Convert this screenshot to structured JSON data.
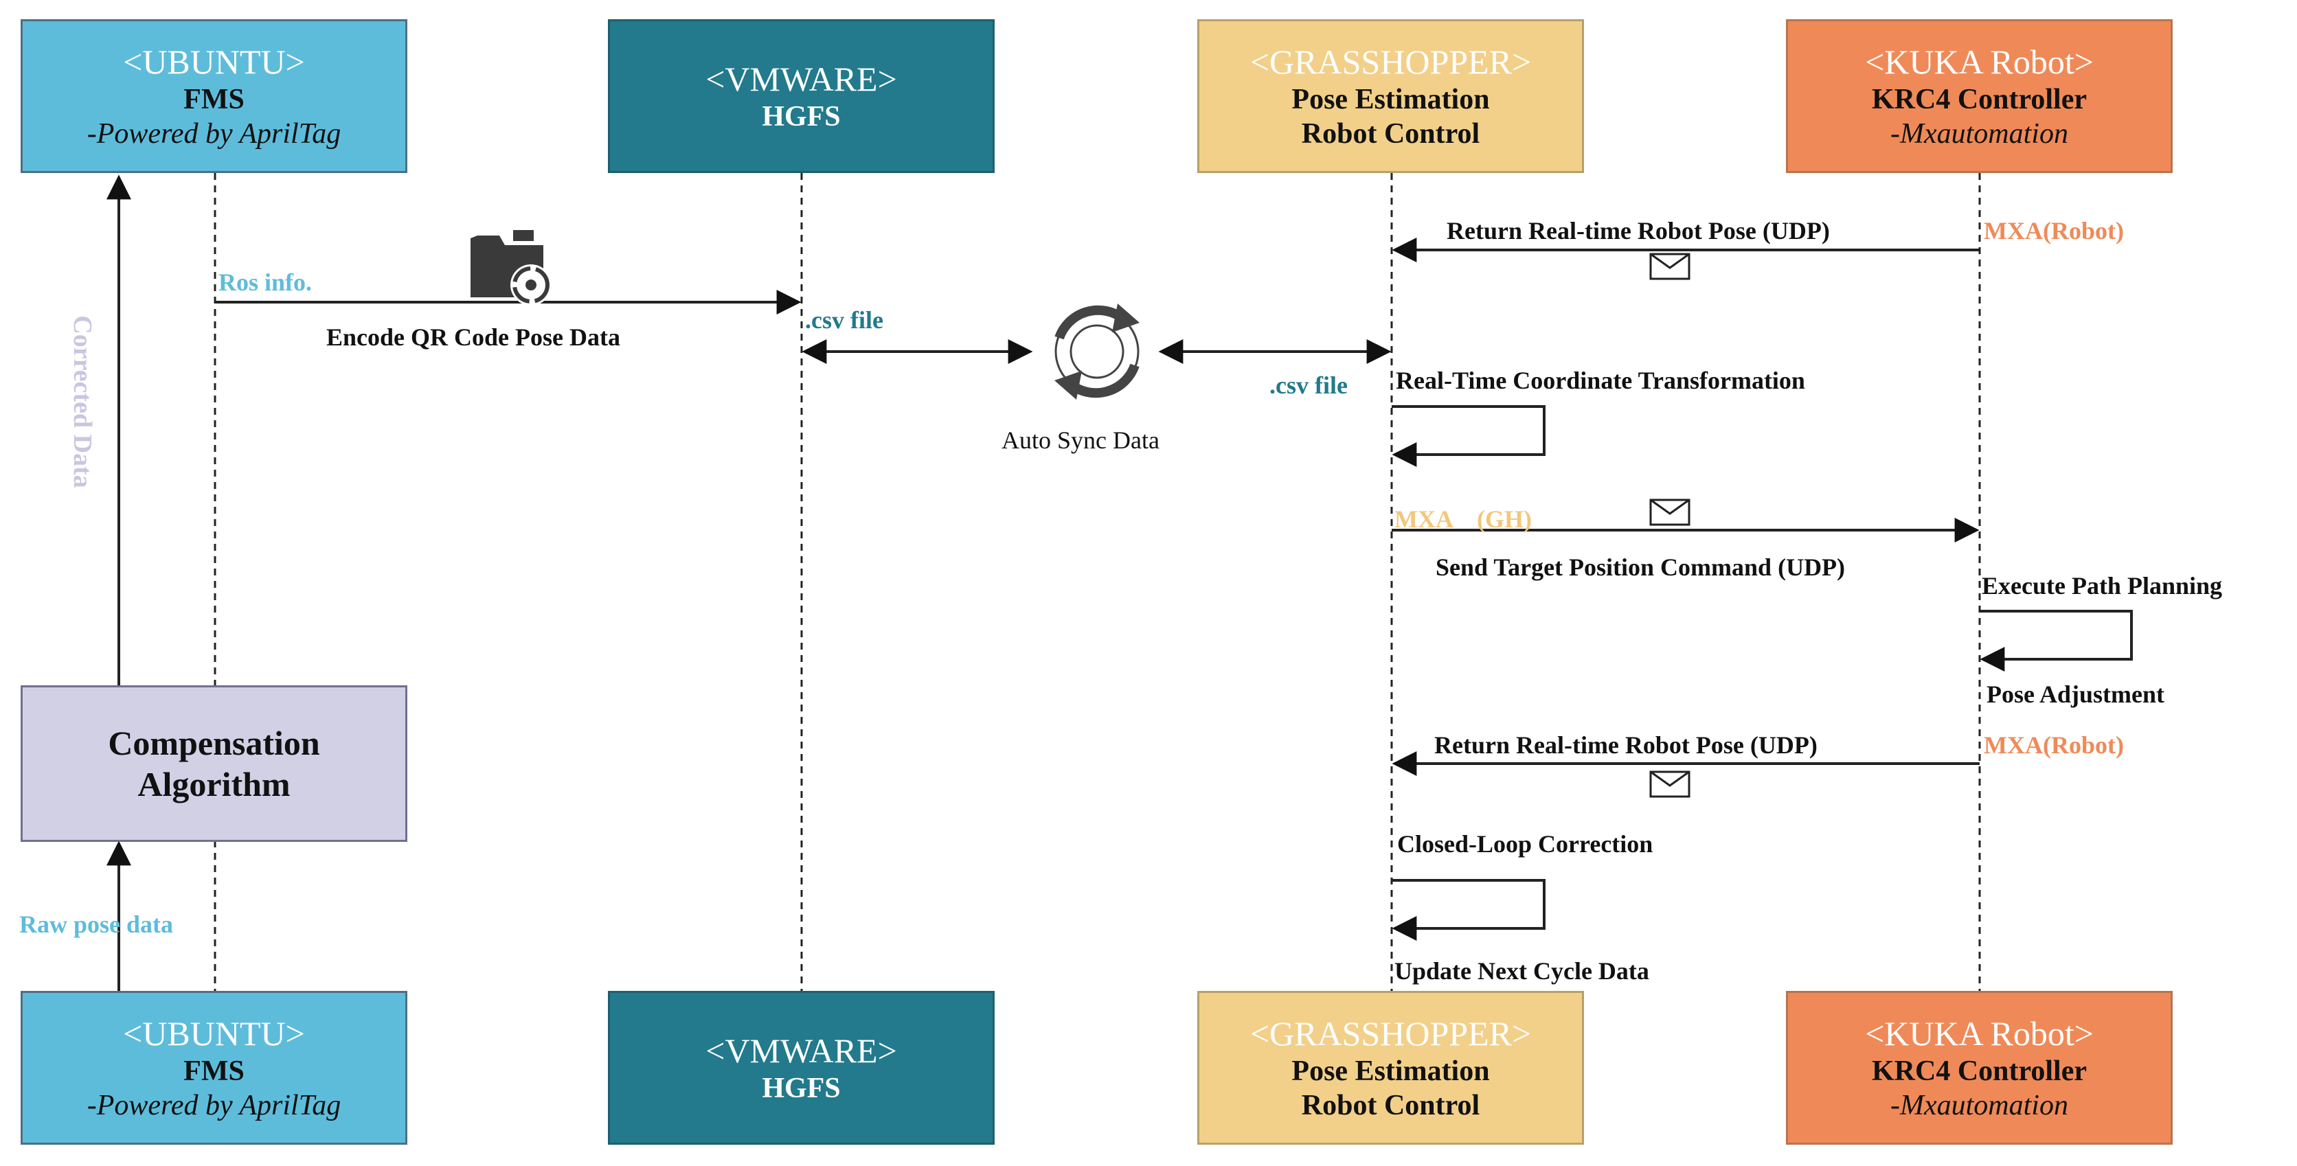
{
  "participants": {
    "ubuntu": {
      "stereotype": "<UBUNTU>",
      "name": "FMS",
      "subtitle": "-Powered by AprilTag"
    },
    "vmware": {
      "stereotype": "<VMWARE>",
      "name": "HGFS"
    },
    "grasshopper": {
      "stereotype": "<GRASSHOPPER>",
      "line1": "Pose Estimation",
      "line2": "Robot Control"
    },
    "kuka": {
      "stereotype": "<KUKA Robot>",
      "name": "KRC4 Controller",
      "subtitle": "-Mxautomation"
    }
  },
  "compensation": {
    "line1": "Compensation",
    "line2": "Algorithm"
  },
  "labels": {
    "corrected_data": "Corrected Data",
    "raw_pose_data": "Raw pose data",
    "ros_info": "Ros info.",
    "encode_qr": "Encode QR Code Pose Data",
    "csv_file_1": ".csv file",
    "csv_file_2": ".csv file",
    "auto_sync": "Auto Sync Data",
    "return_pose_1": "Return Real-time Robot Pose (UDP)",
    "mxa_robot_1": "MXA(Robot)",
    "coord_transform": "Real-Time Coordinate Transformation",
    "mxa_gh": "MXA　(GH)",
    "send_target": "Send Target Position Command (UDP)",
    "execute_path": "Execute Path Planning",
    "pose_adjust": "Pose Adjustment",
    "return_pose_2": "Return Real-time Robot Pose (UDP)",
    "mxa_robot_2": "MXA(Robot)",
    "closed_loop": "Closed-Loop Correction",
    "update_next": "Update Next Cycle Data"
  },
  "colors": {
    "ubuntu": "#5ebcdb",
    "vmware": "#227a8c",
    "grasshopper": "#f2d08a",
    "kuka": "#ef8a58",
    "compensation": "#d1d0e5",
    "corrected_text": "#c8c6e0"
  },
  "icons": [
    "folder-sync-icon",
    "sync-cycle-icon",
    "envelope-icon"
  ]
}
